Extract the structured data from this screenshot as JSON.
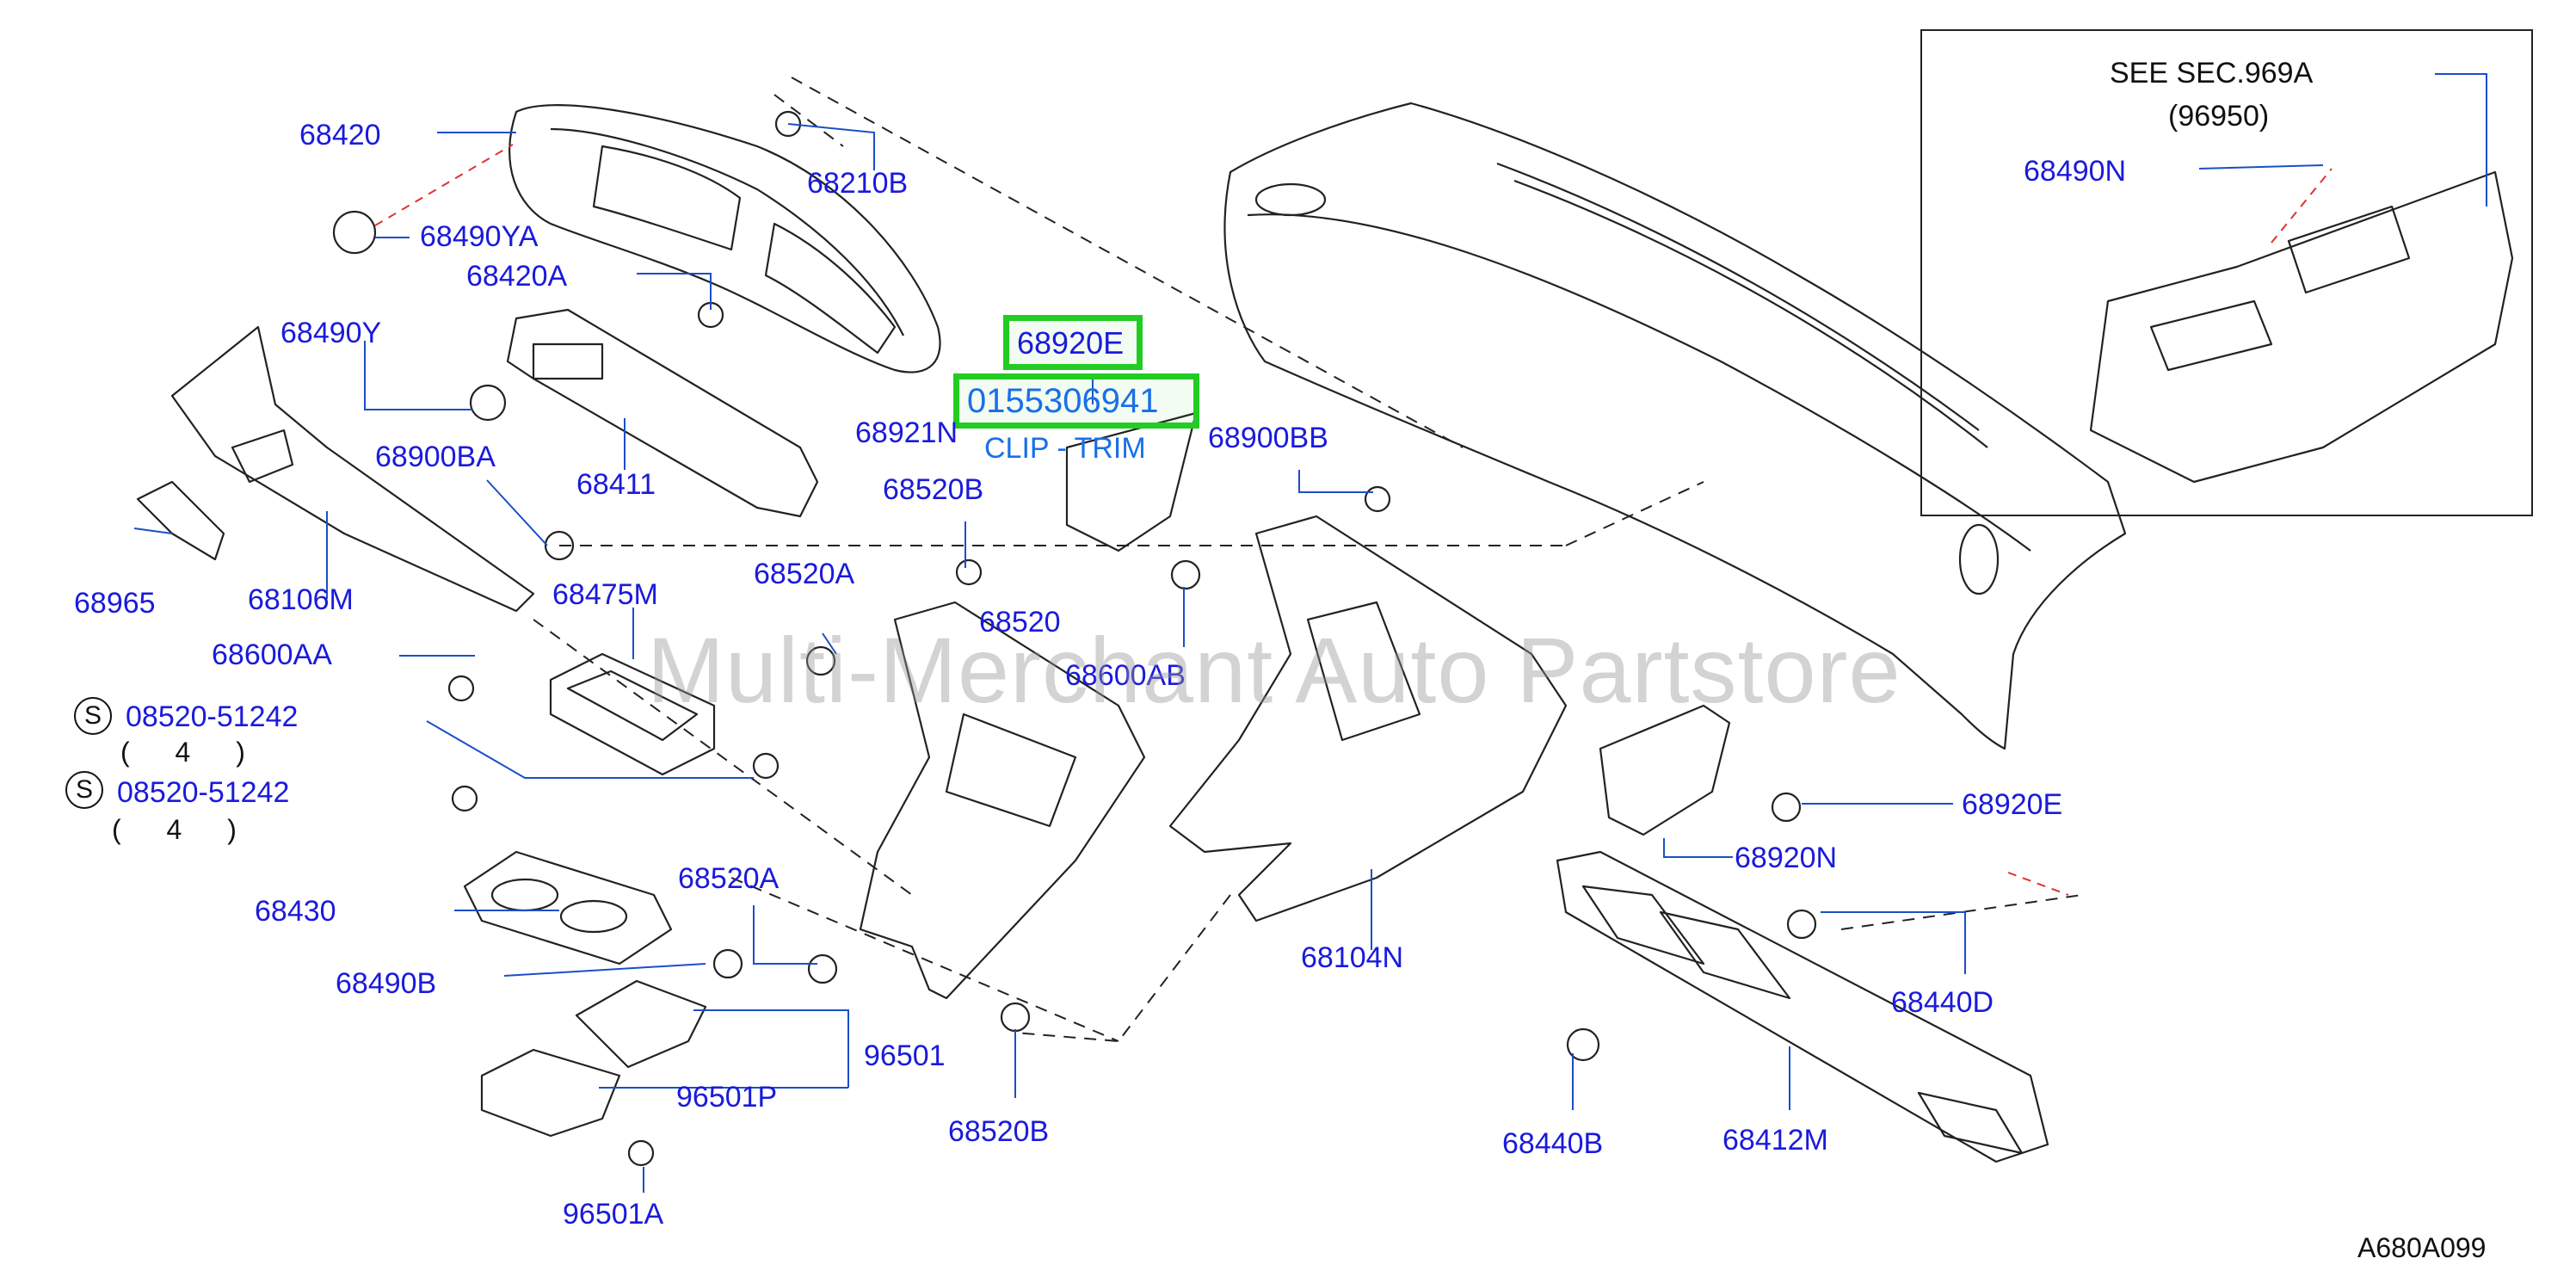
{
  "diagram": {
    "watermark": "Multi-Merchant Auto Partstore",
    "reference_code": "A680A099",
    "inset": {
      "see_line1": "SEE   SEC.969A",
      "see_line2": "(96950)",
      "part": "68490N"
    },
    "highlight": {
      "part_number": "68920E",
      "oem_number": "0155306941",
      "description": "CLIP - TRIM"
    },
    "fasteners": [
      {
        "symbol": "S",
        "part": "08520-51242",
        "qty": "( 4 )"
      },
      {
        "symbol": "S",
        "part": "08520-51242",
        "qty": "( 4 )"
      }
    ],
    "callouts": {
      "p68420": "68420",
      "p68210B": "68210B",
      "p68490YA": "68490YA",
      "p68420A": "68420A",
      "p68490Y": "68490Y",
      "p68921N": "68921N",
      "p68900BA": "68900BA",
      "p68411": "68411",
      "p68900BB": "68900BB",
      "p68520B_top": "68520B",
      "p68965": "68965",
      "p68106M": "68106M",
      "p68475M": "68475M",
      "p68520A_top": "68520A",
      "p68520": "68520",
      "p68600AB": "68600AB",
      "p68600AA": "68600AA",
      "p68920E_right": "68920E",
      "p68920N": "68920N",
      "p68430": "68430",
      "p68520A_mid": "68520A",
      "p68104N": "68104N",
      "p68440D": "68440D",
      "p68490B": "68490B",
      "p96501": "96501",
      "p96501P": "96501P",
      "p68520B_bot": "68520B",
      "p68440B": "68440B",
      "p68412M": "68412M",
      "p96501A": "96501A"
    }
  }
}
